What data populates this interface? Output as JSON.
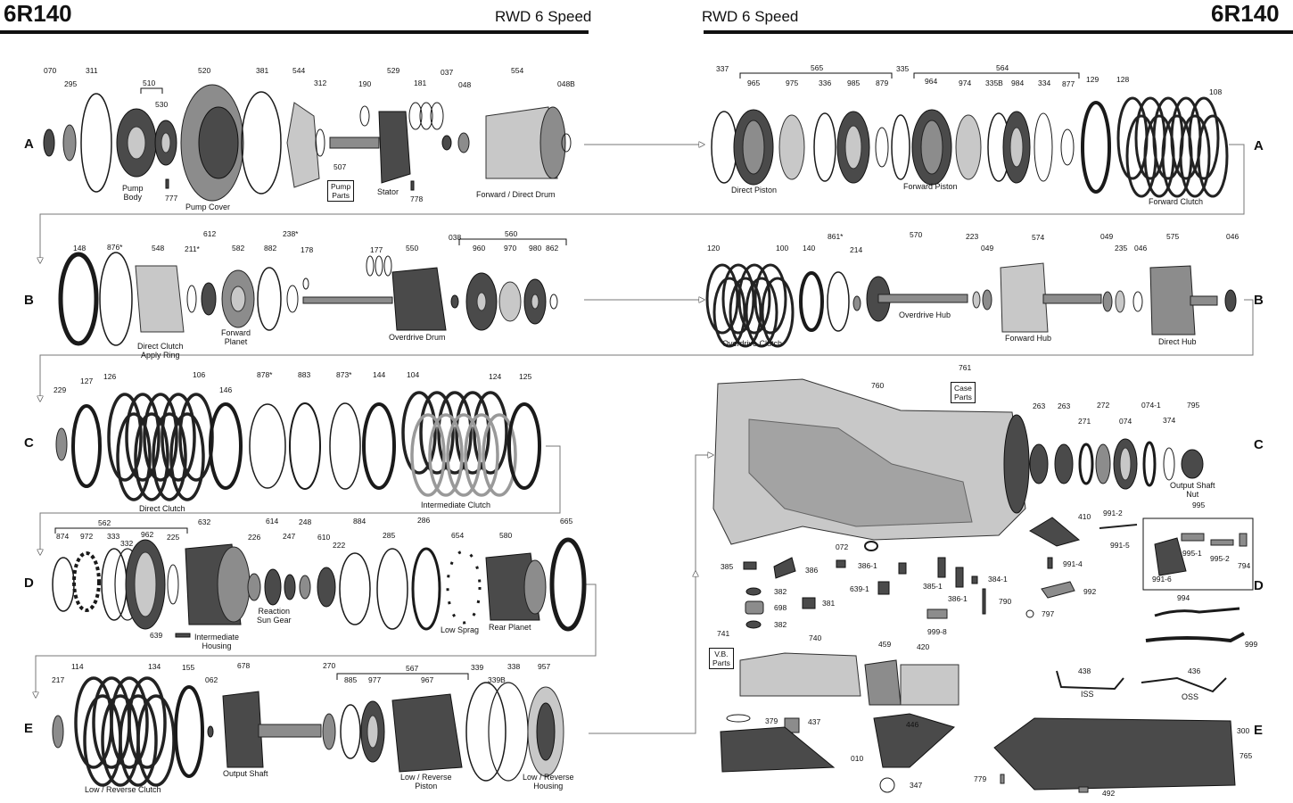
{
  "header": {
    "model_left": "6R140",
    "subtitle_left": "RWD 6 Speed",
    "subtitle_right": "RWD 6 Speed",
    "model_right": "6R140"
  },
  "rows": [
    "A",
    "B",
    "C",
    "D",
    "E"
  ],
  "row_letters_right": [
    "A",
    "B",
    "C",
    "D",
    "E"
  ],
  "boxes": {
    "pump_parts": "Pump\nParts",
    "case_parts": "Case\nParts",
    "vb_parts": "V.B.\nParts"
  },
  "box_numbers": {
    "pump_parts": "507",
    "case_parts": "761",
    "vb_parts": "741"
  },
  "brackets": {
    "b510": "510",
    "b565": "565",
    "b564": "564",
    "b560": "560",
    "b562": "562",
    "b567": "567",
    "b995": "995"
  },
  "parts": {
    "a": [
      "070",
      "295",
      "311",
      "530",
      "520",
      "381",
      "544",
      "312",
      "190",
      "529",
      "181",
      "037",
      "048",
      "554",
      "048B",
      "777",
      "778"
    ],
    "a_right": [
      "337",
      "965",
      "975",
      "336",
      "985",
      "879",
      "335",
      "964",
      "974",
      "335B",
      "984",
      "334",
      "877",
      "129",
      "128",
      "108"
    ],
    "b": [
      "148",
      "876*",
      "548",
      "211*",
      "612",
      "582",
      "882",
      "238*",
      "178",
      "177",
      "550",
      "038",
      "960",
      "970",
      "980",
      "862"
    ],
    "b_right": [
      "120",
      "100",
      "140",
      "861*",
      "214",
      "570",
      "223",
      "049",
      "574",
      "049",
      "235",
      "046",
      "575",
      "046"
    ],
    "c": [
      "229",
      "127",
      "126",
      "106",
      "146",
      "878*",
      "883",
      "873*",
      "144",
      "104",
      "124",
      "125"
    ],
    "c_right": [
      "760",
      "263",
      "263",
      "271",
      "272",
      "074",
      "074-1",
      "374",
      "795"
    ],
    "d": [
      "874",
      "972",
      "333",
      "332",
      "962",
      "225",
      "632",
      "226",
      "614",
      "247",
      "248",
      "610",
      "222",
      "884",
      "285",
      "286",
      "654",
      "580",
      "665",
      "639"
    ],
    "e": [
      "217",
      "114",
      "134",
      "155",
      "062",
      "678",
      "270",
      "885",
      "977",
      "967",
      "339",
      "339B",
      "338",
      "957"
    ],
    "case_misc": [
      "072",
      "410",
      "991-2",
      "991-5",
      "991-4",
      "992",
      "385",
      "386",
      "386-1",
      "384-1",
      "385-1",
      "386-1",
      "639-1",
      "382",
      "698",
      "381",
      "382",
      "790",
      "797",
      "999-8",
      "994",
      "999",
      "740",
      "459",
      "420",
      "438",
      "436",
      "379",
      "437",
      "446",
      "010",
      "347",
      "300",
      "765",
      "779",
      "492",
      "995-1",
      "995-2",
      "794",
      "991-6"
    ]
  },
  "captions": {
    "pump_body": "Pump\nBody",
    "pump_cover": "Pump Cover",
    "stator": "Stator",
    "fwd_direct_drum": "Forward / Direct Drum",
    "direct_piston": "Direct Piston",
    "forward_piston": "Forward Piston",
    "forward_clutch": "Forward Clutch",
    "direct_clutch_apply_ring": "Direct Clutch\nApply Ring",
    "forward_planet": "Forward\nPlanet",
    "overdrive_drum": "Overdrive Drum",
    "overdrive_clutch": "Overdrive Clutch",
    "overdrive_hub": "Overdrive Hub",
    "forward_hub": "Forward Hub",
    "direct_hub": "Direct Hub",
    "direct_clutch": "Direct Clutch",
    "intermediate_clutch": "Intermediate Clutch",
    "output_shaft_nut": "Output Shaft\nNut",
    "reaction_sun_gear": "Reaction\nSun Gear",
    "intermediate_housing": "Intermediate\nHousing",
    "low_sprag": "Low Sprag",
    "rear_planet": "Rear Planet",
    "low_reverse_clutch": "Low / Reverse Clutch",
    "output_shaft": "Output Shaft",
    "low_reverse_piston": "Low / Reverse\nPiston",
    "low_reverse_housing": "Low / Reverse\nHousing",
    "iss": "ISS",
    "oss": "OSS"
  },
  "colors": {
    "ink": "#111111",
    "part_dark": "#4a4a4a",
    "part_mid": "#8c8c8c",
    "part_light": "#c8c8c8",
    "flow": "#777777"
  }
}
